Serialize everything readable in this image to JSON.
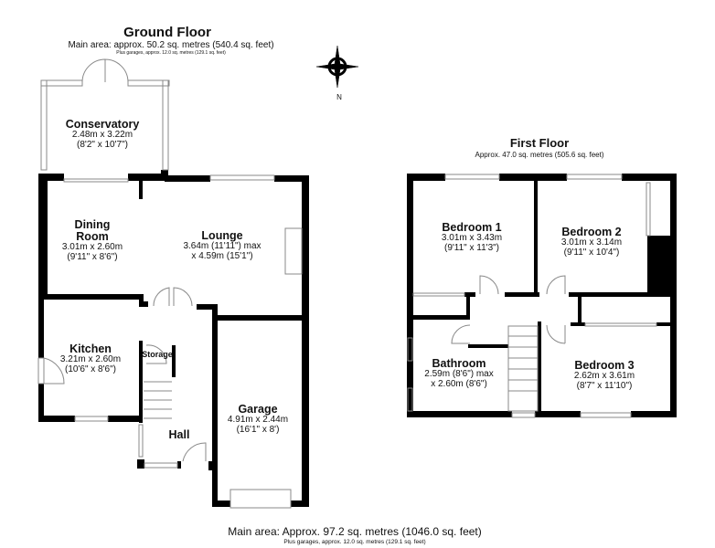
{
  "ground_floor": {
    "title": "Ground Floor",
    "area": "Main area: approx. 50.2 sq. metres (540.4 sq. feet)",
    "garage_area": "Plus garages, approx. 12.0 sq. metres (129.1 sq. feet)",
    "rooms": [
      {
        "name": "Conservatory",
        "dims": "2.48m x 3.22m",
        "imperial": "(8'2\" x 10'7\")"
      },
      {
        "name": "Dining",
        "name2": "Room",
        "dims": "3.01m x 2.60m",
        "imperial": "(9'11\" x 8'6\")"
      },
      {
        "name": "Lounge",
        "dims": "3.64m (11'11\") max",
        "imperial": "x 4.59m (15'1\")"
      },
      {
        "name": "Kitchen",
        "dims": "3.21m x 2.60m",
        "imperial": "(10'6\" x 8'6\")"
      },
      {
        "name": "Storage"
      },
      {
        "name": "Hall"
      },
      {
        "name": "Garage",
        "dims": "4.91m x 2.44m",
        "imperial": "(16'1\" x 8')"
      }
    ]
  },
  "first_floor": {
    "title": "First Floor",
    "area": "Approx. 47.0 sq. metres (505.6 sq. feet)",
    "rooms": [
      {
        "name": "Bedroom 1",
        "dims": "3.01m x 3.43m",
        "imperial": "(9'11\" x 11'3\")"
      },
      {
        "name": "Bedroom 2",
        "dims": "3.01m x 3.14m",
        "imperial": "(9'11\" x 10'4\")"
      },
      {
        "name": "Bathroom",
        "dims": "2.59m (8'6\") max",
        "imperial": "x 2.60m (8'6\")"
      },
      {
        "name": "Bedroom 3",
        "dims": "2.62m x 3.61m",
        "imperial": "(8'7\" x 11'10\")"
      }
    ]
  },
  "compass": {
    "label": "N",
    "icon": "compass-icon"
  },
  "footer": {
    "total": "Main area: Approx. 97.2 sq. metres (1046.0 sq. feet)",
    "garages": "Plus garages, approx. 12.0 sq. metres (129.1 sq. feet)"
  }
}
